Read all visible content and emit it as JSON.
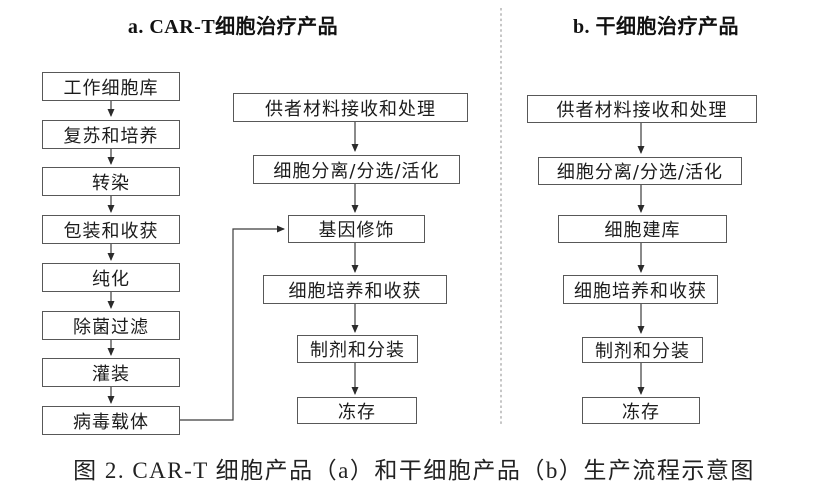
{
  "section_a": {
    "title": "a. CAR-T细胞治疗产品",
    "vector_column": {
      "boxes": [
        "工作细胞库",
        "复苏和培养",
        "转染",
        "包装和收获",
        "纯化",
        "除菌过滤",
        "灌装",
        "病毒载体"
      ]
    },
    "cell_column": {
      "boxes": [
        "供者材料接收和处理",
        "细胞分离/分选/活化",
        "基因修饰",
        "细胞培养和收获",
        "制剂和分装",
        "冻存"
      ]
    }
  },
  "section_b": {
    "title": "b. 干细胞治疗产品",
    "column": {
      "boxes": [
        "供者材料接收和处理",
        "细胞分离/分选/活化",
        "细胞建库",
        "细胞培养和收获",
        "制剂和分装",
        "冻存"
      ]
    }
  },
  "caption": "图 2. CAR-T 细胞产品（a）和干细胞产品（b）生产流程示意图",
  "colors": {
    "background": "#ffffff",
    "box_border": "#585858",
    "box_fill": "#ffffff",
    "text": "#1c1c1c",
    "arrow_line": "#3c3c3c",
    "dashed_divider": "#a0a0a0"
  }
}
